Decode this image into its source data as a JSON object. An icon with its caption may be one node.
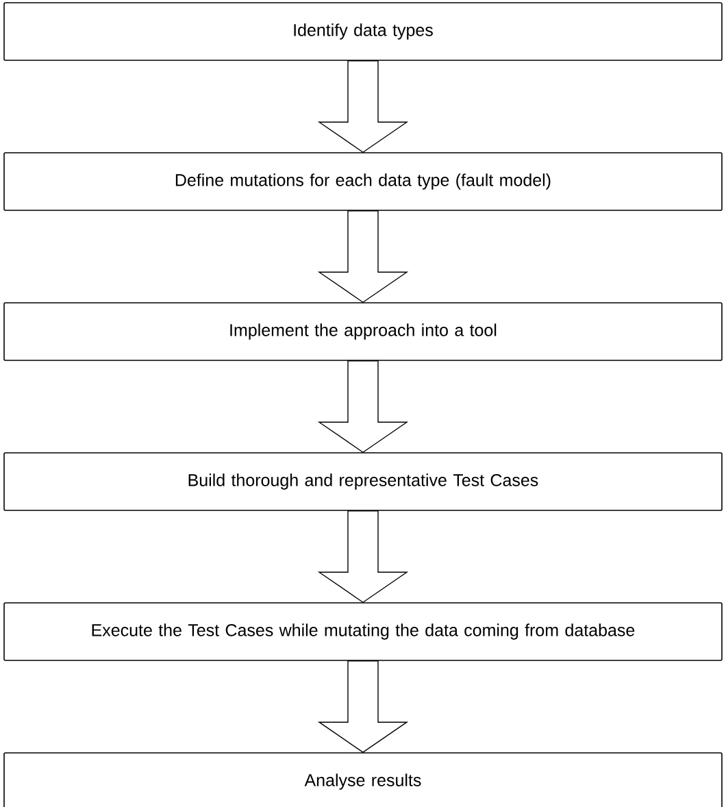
{
  "diagram": {
    "nodes": [
      {
        "text": [
          "Identify data types"
        ]
      },
      {
        "text": [
          "Define mutations for each data type (fault model)"
        ]
      },
      {
        "text": [
          "Implement the approach into a tool"
        ]
      },
      {
        "text": [
          "Build thorough and representative Test Cases"
        ]
      },
      {
        "text": [
          "Execute the Test Cases while mutating the data coming from database"
        ]
      },
      {
        "text": [
          "Analyse results"
        ]
      }
    ],
    "edges": [
      {
        "from": 0,
        "to": 1,
        "arrow": "to"
      },
      {
        "from": 1,
        "to": 2,
        "arrow": "to"
      },
      {
        "from": 2,
        "to": 3,
        "arrow": "to"
      },
      {
        "from": 3,
        "to": 4,
        "arrow": "to"
      },
      {
        "from": 4,
        "to": 5,
        "arrow": "to"
      }
    ]
  }
}
